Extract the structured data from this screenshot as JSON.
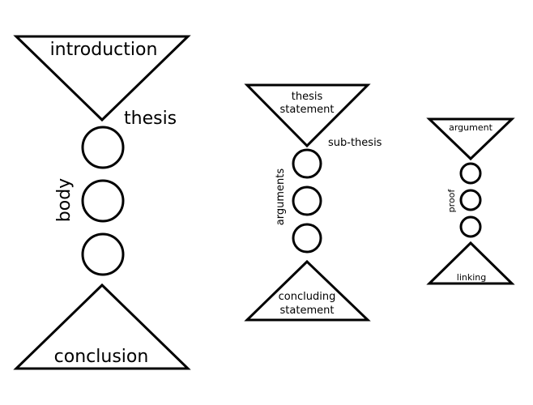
{
  "diagrams": {
    "large": {
      "top_label": "introduction",
      "joint_label": "thesis",
      "side_label": "body",
      "bottom_label": "conclusion"
    },
    "medium": {
      "top_label_line1": "thesis",
      "top_label_line2": "statement",
      "joint_label": "sub-thesis",
      "side_label": "arguments",
      "bottom_label_line1": "concluding",
      "bottom_label_line2": "statement"
    },
    "small": {
      "top_label": "argument",
      "side_label": "proof",
      "bottom_label": "linking"
    }
  },
  "colors": {
    "stroke": "#000000",
    "fill": "#ffffff",
    "background": "#ffffff"
  }
}
